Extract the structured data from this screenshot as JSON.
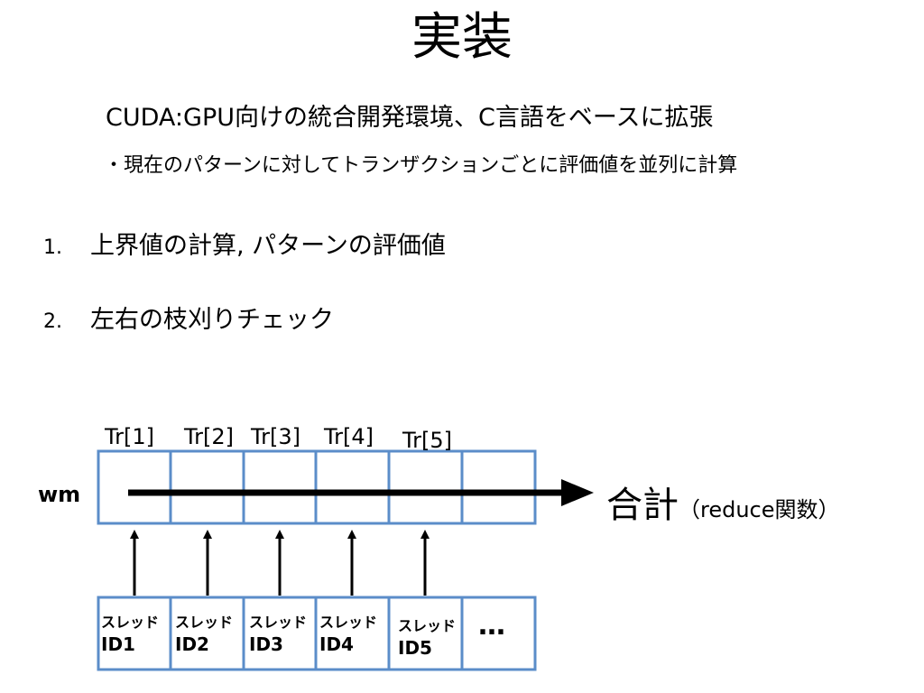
{
  "slide": {
    "title": "実装",
    "subtitle": "CUDA:GPU向けの統合開発環境、C言語をベースに拡張",
    "bullet": "・現在のパターンに対してトランザクションごとに評価値を並列に計算",
    "list": [
      {
        "num": "1.",
        "text": "上界値の計算, パターンの評価値"
      },
      {
        "num": "2.",
        "text": "左右の枝刈りチェック"
      }
    ]
  },
  "diagram": {
    "tr_labels": [
      "Tr[1]",
      "Tr[2]",
      "Tr[3]",
      "Tr[4]",
      "Tr[5]"
    ],
    "wm_label": "wm",
    "sum_label": "合計",
    "sum_sub": "（reduce関数）",
    "threads": [
      {
        "line1": "スレッド",
        "line2": "ID1"
      },
      {
        "line1": "スレッド",
        "line2": "ID2"
      },
      {
        "line1": "スレッド",
        "line2": "ID3"
      },
      {
        "line1": "スレッド",
        "line2": "ID4"
      },
      {
        "line1": "スレッド",
        "line2": "ID5"
      }
    ],
    "ellipsis": "…",
    "colors": {
      "cell_border": "#5b8dc9",
      "arrow": "#000000"
    }
  }
}
